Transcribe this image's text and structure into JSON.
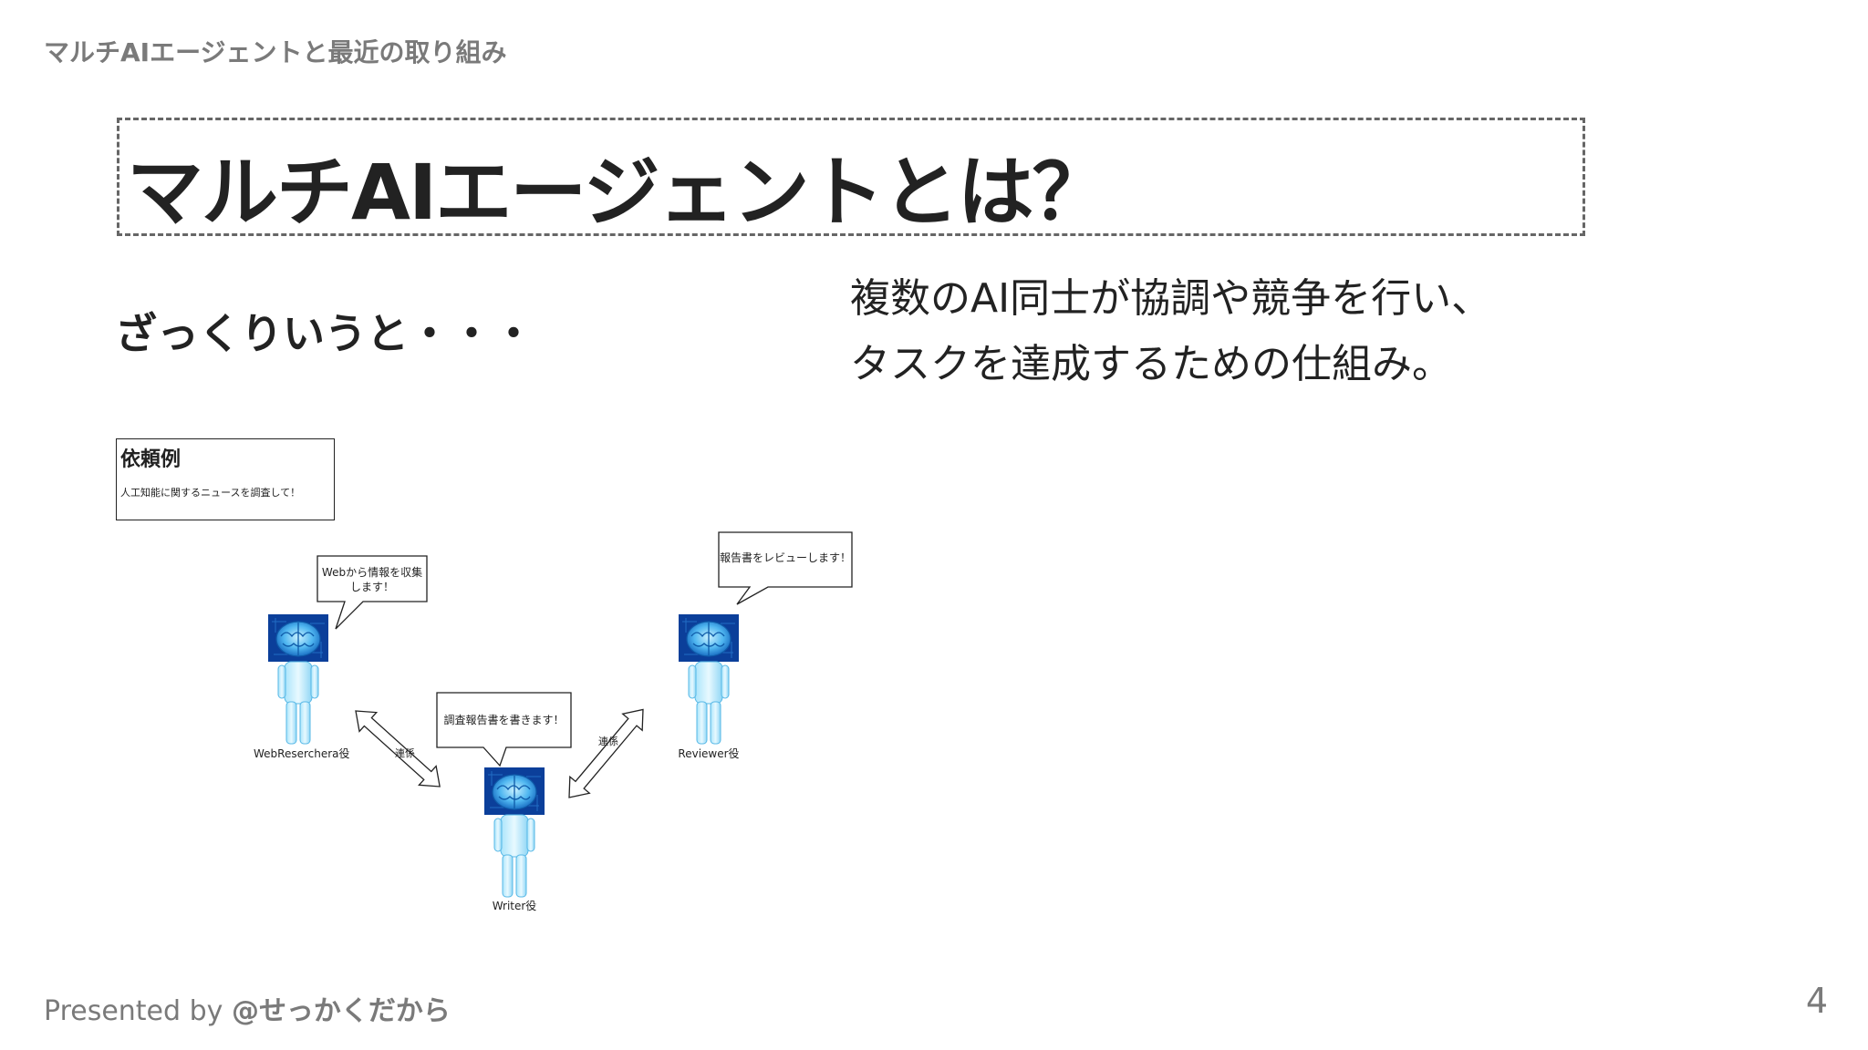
{
  "header": {
    "text": "マルチAIエージェントと最近の取り組み"
  },
  "title": "マルチAIエージェントとは？",
  "lead": "ざっくりいうと・・・",
  "description": {
    "line1": "複数のAI同士が協調や競争を行い、",
    "line2": "タスクを達成するための仕組み。"
  },
  "request": {
    "title": "依頼例",
    "body": "人工知能に関するニュースを調査して！"
  },
  "agents": {
    "web": {
      "label": "WebReserchera役",
      "speech_line1": "Webから情報を収集",
      "speech_line2": "します！"
    },
    "writer": {
      "label": "Writer役",
      "speech": "調査報告書を書きます！"
    },
    "reviewer": {
      "label": "Reviewer役",
      "speech": "報告書をレビューします！"
    }
  },
  "links": {
    "left": "連係",
    "right": "連係"
  },
  "footer": {
    "prefix": "Presented by ",
    "handle": "@せっかくだから"
  },
  "page_number": "4"
}
